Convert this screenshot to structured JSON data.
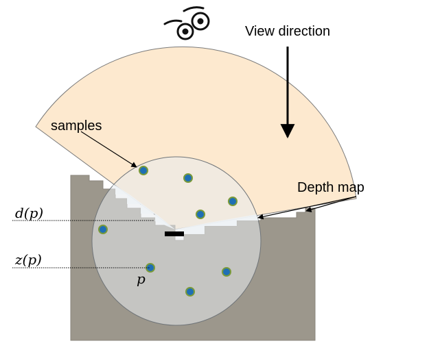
{
  "labels": {
    "view_direction": "View direction",
    "samples": "samples",
    "depth_map": "Depth map",
    "d_of_p": "d(p)",
    "z_of_p": "z(p)",
    "p": "p"
  },
  "colors": {
    "frustum_fill": "#fde9cf",
    "frustum_stroke": "#7a7a7a",
    "surface_fill": "#9c978c",
    "surface_stroke": "#8a867c",
    "sphere_fill": "#d7dcdf",
    "sphere_stroke": "#6f7478",
    "sample_fill": "#1f6fb4",
    "sample_ring": "#7a9a3a",
    "arrow": "#000000",
    "marker": "#000000"
  },
  "icons": {
    "camera": "eye-camera-icon"
  }
}
